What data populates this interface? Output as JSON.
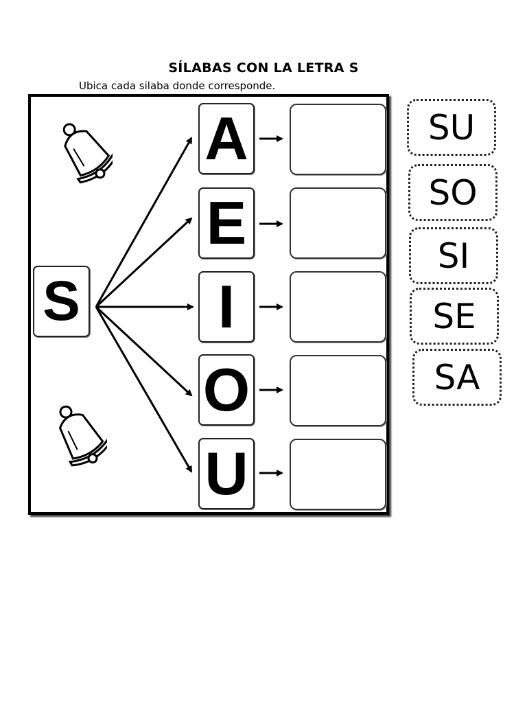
{
  "worksheet": {
    "title": "SÍLABAS CON LA LETRA S",
    "instruction": "Ubica cada silaba donde corresponde."
  },
  "consonant": "S",
  "vowels": [
    "A",
    "E",
    "I",
    "O",
    "U"
  ],
  "syllable_cards": [
    "SU",
    "SO",
    "SI",
    "SE",
    "SA"
  ],
  "icons": [
    "bell-icon",
    "arrow-icon"
  ]
}
